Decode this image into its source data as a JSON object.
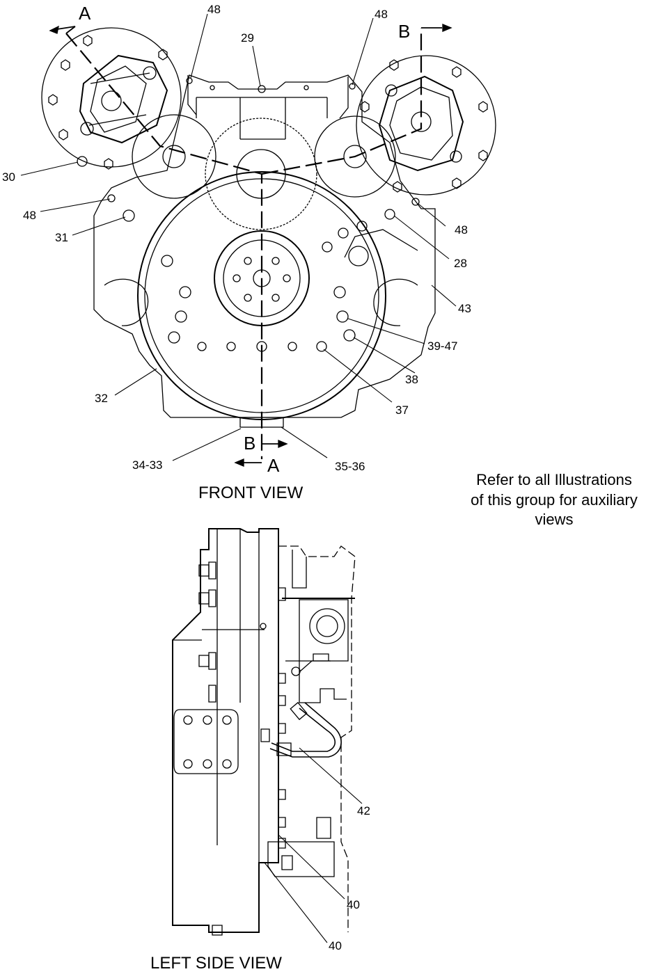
{
  "callouts": [
    "48",
    "48",
    "29",
    "30",
    "48",
    "31",
    "28",
    "48",
    "43",
    "39-47",
    "38",
    "37",
    "32",
    "34-33",
    "35-36",
    "42",
    "40",
    "40"
  ],
  "section_marks": [
    "A",
    "B",
    "B",
    "A"
  ],
  "views": {
    "front": "FRONT VIEW",
    "side": "LEFT SIDE VIEW"
  },
  "note": {
    "line1": "Refer to all Illustrations",
    "line2": "of this group for auxiliary",
    "line3": "views"
  }
}
